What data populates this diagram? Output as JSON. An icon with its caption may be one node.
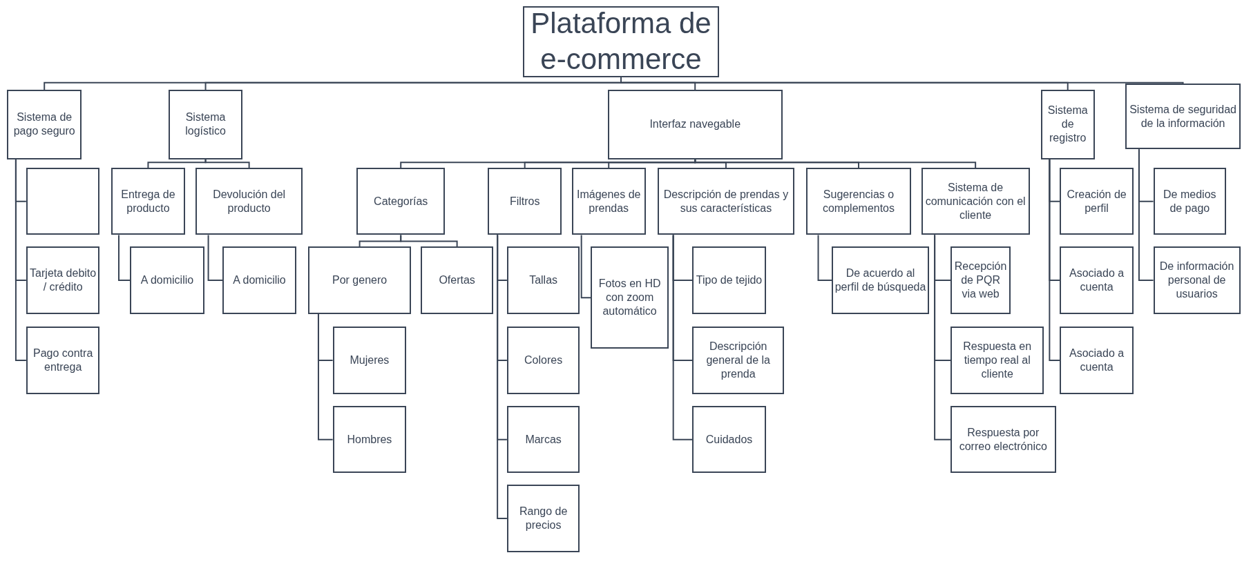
{
  "diagram": {
    "nodes": [
      {
        "text": [
          "Plataforma de e-commerce"
        ]
      },
      {
        "text": [
          "Sistema de pago seguro"
        ]
      },
      {
        "text": [],
        "shape": "box"
      },
      {
        "text": [
          "Tarjeta debito / crédito"
        ]
      },
      {
        "text": [
          "Pago contra entrega"
        ]
      },
      {
        "text": [
          "Sistema logístico"
        ]
      },
      {
        "text": [
          "Entrega de producto"
        ]
      },
      {
        "text": [
          "Devolución del producto"
        ]
      },
      {
        "text": [
          "A domicilio"
        ]
      },
      {
        "text": [
          "A domicilio"
        ]
      },
      {
        "text": [
          "Interfaz navegable"
        ]
      },
      {
        "text": [
          "Categorías"
        ]
      },
      {
        "text": [
          "Por genero"
        ]
      },
      {
        "text": [
          "Ofertas"
        ]
      },
      {
        "text": [
          "Mujeres"
        ]
      },
      {
        "text": [
          "Hombres"
        ]
      },
      {
        "text": [
          "Filtros"
        ]
      },
      {
        "text": [
          "Tallas"
        ]
      },
      {
        "text": [
          "Colores"
        ]
      },
      {
        "text": [
          "Marcas"
        ]
      },
      {
        "text": [
          "Rango de precios"
        ]
      },
      {
        "text": [
          "Imágenes de prendas"
        ]
      },
      {
        "text": [
          "Fotos en HD con zoom automático"
        ]
      },
      {
        "text": [
          "Descripción de prendas y sus características"
        ]
      },
      {
        "text": [
          "Tipo de tejido"
        ]
      },
      {
        "text": [
          "Descripción general de la prenda"
        ]
      },
      {
        "text": [
          "Cuidados"
        ]
      },
      {
        "text": [
          "Sugerencias o complementos"
        ]
      },
      {
        "text": [
          "De acuerdo al perfil de búsqueda"
        ]
      },
      {
        "text": [
          "Sistema de comunicación con el cliente"
        ]
      },
      {
        "text": [
          "Recepción de PQR via web"
        ]
      },
      {
        "text": [
          "Respuesta en tiempo real al cliente"
        ]
      },
      {
        "text": [
          "Respuesta por correo electrónico"
        ]
      },
      {
        "text": [
          "Sistema de registro"
        ]
      },
      {
        "text": [
          "Creación de perfil"
        ]
      },
      {
        "text": [
          "Asociado a cuenta"
        ]
      },
      {
        "text": [
          "Asociado a cuenta"
        ]
      },
      {
        "text": [
          "Sistema de seguridad de la información"
        ]
      },
      {
        "text": [
          "De medios de pago"
        ]
      },
      {
        "text": [
          "De información personal de usuarios"
        ]
      }
    ],
    "edges": [
      {
        "from": 0,
        "to": 1,
        "arrow": "none"
      },
      {
        "from": 0,
        "to": 5,
        "arrow": "none"
      },
      {
        "from": 0,
        "to": 10,
        "arrow": "none"
      },
      {
        "from": 0,
        "to": 33,
        "arrow": "none"
      },
      {
        "from": 0,
        "to": 37,
        "arrow": "none"
      },
      {
        "from": 1,
        "to": 2,
        "arrow": "none"
      },
      {
        "from": 1,
        "to": 3,
        "arrow": "none"
      },
      {
        "from": 1,
        "to": 4,
        "arrow": "none"
      },
      {
        "from": 5,
        "to": 6,
        "arrow": "none"
      },
      {
        "from": 5,
        "to": 7,
        "arrow": "none"
      },
      {
        "from": 6,
        "to": 8,
        "arrow": "none"
      },
      {
        "from": 7,
        "to": 9,
        "arrow": "none"
      },
      {
        "from": 10,
        "to": 11,
        "arrow": "none"
      },
      {
        "from": 10,
        "to": 16,
        "arrow": "none"
      },
      {
        "from": 10,
        "to": 21,
        "arrow": "none"
      },
      {
        "from": 10,
        "to": 23,
        "arrow": "none"
      },
      {
        "from": 10,
        "to": 27,
        "arrow": "none"
      },
      {
        "from": 10,
        "to": 29,
        "arrow": "none"
      },
      {
        "from": 11,
        "to": 12,
        "arrow": "none"
      },
      {
        "from": 11,
        "to": 13,
        "arrow": "none"
      },
      {
        "from": 12,
        "to": 14,
        "arrow": "none"
      },
      {
        "from": 12,
        "to": 15,
        "arrow": "none"
      },
      {
        "from": 16,
        "to": 17,
        "arrow": "none"
      },
      {
        "from": 16,
        "to": 18,
        "arrow": "none"
      },
      {
        "from": 16,
        "to": 19,
        "arrow": "none"
      },
      {
        "from": 16,
        "to": 20,
        "arrow": "none"
      },
      {
        "from": 21,
        "to": 22,
        "arrow": "none"
      },
      {
        "from": 23,
        "to": 24,
        "arrow": "none"
      },
      {
        "from": 23,
        "to": 25,
        "arrow": "none"
      },
      {
        "from": 23,
        "to": 26,
        "arrow": "none"
      },
      {
        "from": 27,
        "to": 28,
        "arrow": "none"
      },
      {
        "from": 29,
        "to": 30,
        "arrow": "none"
      },
      {
        "from": 29,
        "to": 31,
        "arrow": "none"
      },
      {
        "from": 29,
        "to": 32,
        "arrow": "none"
      },
      {
        "from": 33,
        "to": 34,
        "arrow": "none"
      },
      {
        "from": 33,
        "to": 35,
        "arrow": "none"
      },
      {
        "from": 33,
        "to": 36,
        "arrow": "none"
      },
      {
        "from": 37,
        "to": 38,
        "arrow": "none"
      },
      {
        "from": 37,
        "to": 39,
        "arrow": "none"
      }
    ]
  }
}
